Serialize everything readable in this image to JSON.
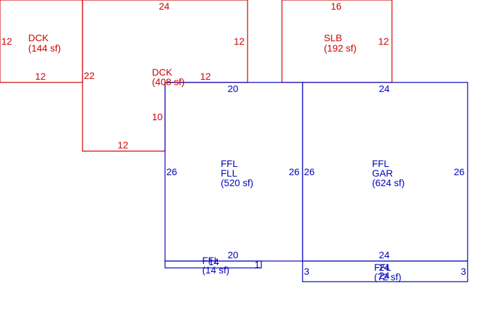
{
  "colors": {
    "red": "#cc0000",
    "blue": "#0000bb"
  },
  "areas": [
    {
      "id": "dck-small",
      "color": "red",
      "label": [
        "DCK",
        "(144 sf)"
      ],
      "dims": [
        "12",
        "12"
      ]
    },
    {
      "id": "dck-large",
      "color": "red",
      "label": [
        "DCK",
        "(408 sf)"
      ],
      "dims": [
        "24",
        "12",
        "12",
        "22",
        "10",
        "12"
      ]
    },
    {
      "id": "slb",
      "color": "red",
      "label": [
        "SLB",
        "(192 sf)"
      ],
      "dims": [
        "16",
        "12"
      ]
    },
    {
      "id": "ffl-fll",
      "color": "blue",
      "label": [
        "FFL",
        "FLL",
        "(520 sf)"
      ],
      "dims": [
        "20",
        "26",
        "26",
        "20"
      ]
    },
    {
      "id": "ffl-gar",
      "color": "blue",
      "label": [
        "FFL",
        "GAR",
        "(624 sf)"
      ],
      "dims": [
        "24",
        "26",
        "26",
        "24"
      ]
    },
    {
      "id": "ffl-strip-left",
      "color": "blue",
      "label": [
        "FFL",
        "(14 sf)"
      ],
      "dims": [
        "14",
        "1"
      ]
    },
    {
      "id": "ffl-strip-right",
      "color": "blue",
      "label": [
        "FFL",
        "(72 sf)"
      ],
      "dims": [
        "24",
        "3",
        "3",
        "24"
      ]
    }
  ]
}
